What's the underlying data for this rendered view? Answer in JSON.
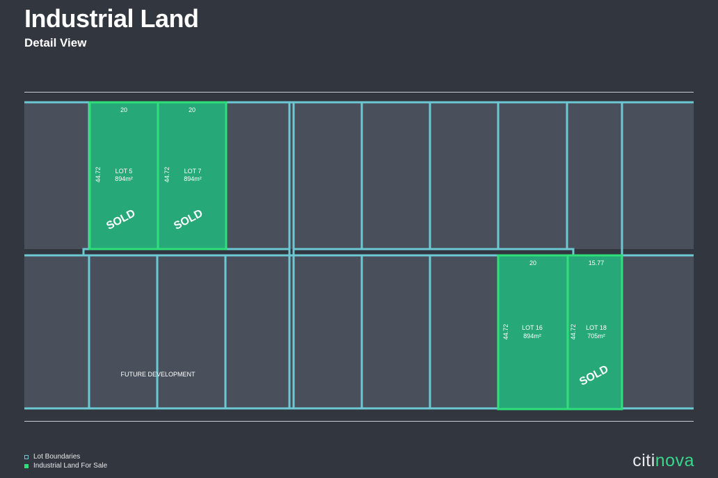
{
  "header": {
    "title": "Industrial Land",
    "subtitle": "Detail View"
  },
  "colors": {
    "background": "#32363f",
    "lot_fill": "#4a505b",
    "boundary": "#6cc8d3",
    "for_sale_fill": "#27a878",
    "for_sale_outline": "#2fe07a"
  },
  "lots": {
    "lot5": {
      "label": "LOT 5",
      "area": "894m²",
      "frontage": "20",
      "depth": "44.72",
      "status": "SOLD"
    },
    "lot7": {
      "label": "LOT 7",
      "area": "894m²",
      "frontage": "20",
      "depth": "44.72",
      "status": "SOLD"
    },
    "lot16": {
      "label": "LOT 16",
      "area": "894m²",
      "frontage": "20",
      "depth": "44.72",
      "status": ""
    },
    "lot18": {
      "label": "LOT 18",
      "area": "705m²",
      "frontage": "15.77",
      "depth": "44.72",
      "status": "SOLD"
    }
  },
  "future_development": "FUTURE DEVELOPMENT",
  "legend": {
    "lot_boundaries": "Lot Boundaries",
    "for_sale": "Industrial Land For Sale"
  },
  "brand": {
    "part1": "citi",
    "part2": "nova"
  }
}
